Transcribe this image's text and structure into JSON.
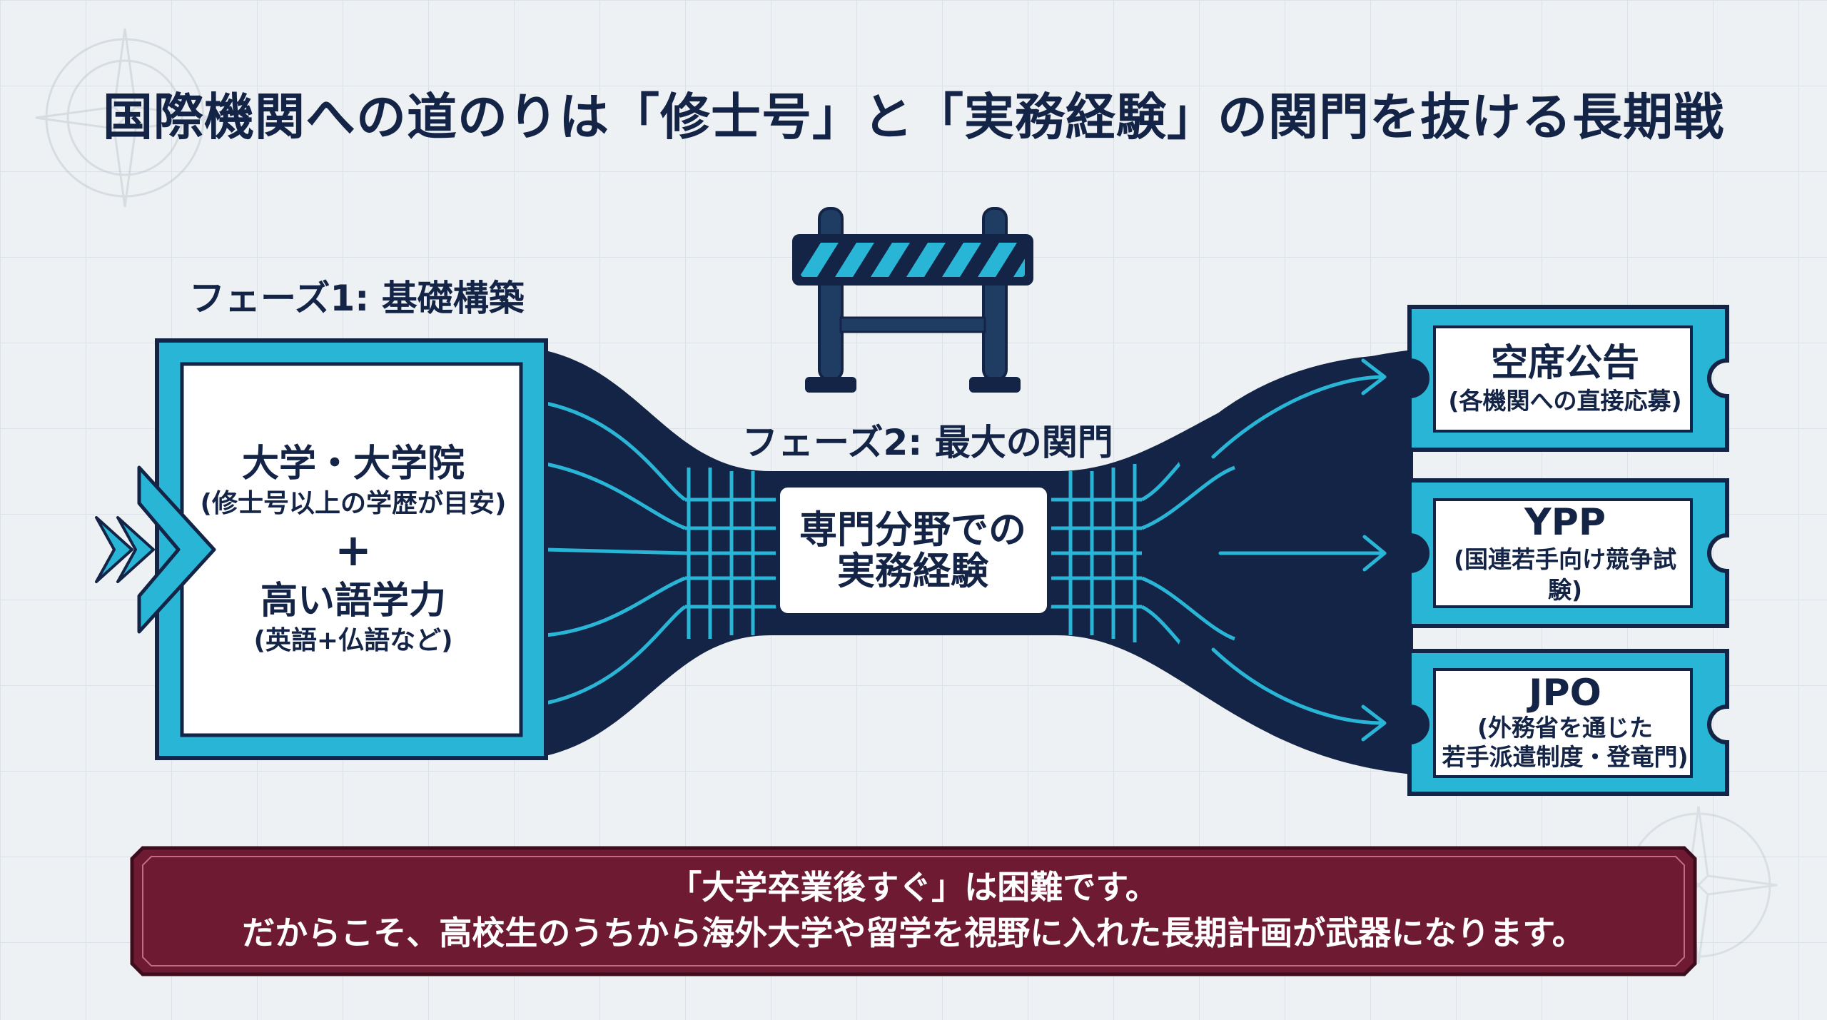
{
  "title": "国際機関への道のりは「修士号」と「実務経験」の関門を抜ける長期戦",
  "phase1": {
    "label": "フェーズ1: 基礎構築",
    "line1": "大学・大学院",
    "line2": "(修士号以上の学歴が目安)",
    "plus": "+",
    "line3": "高い語学力",
    "line4": "(英語+仏語など)"
  },
  "phase2": {
    "label": "フェーズ2: 最大の関門",
    "box_line1": "専門分野での",
    "box_line2": "実務経験"
  },
  "outcomes": [
    {
      "title": "空席公告",
      "sub": "(各機関への直接応募)"
    },
    {
      "title": "YPP",
      "sub": "(国連若手向け競争試験)"
    },
    {
      "title": "JPO",
      "sub": "(外務省を通じた\n若手派遣制度・登竜門)"
    }
  ],
  "banner": {
    "line1": "「大学卒業後すぐ」は困難です。",
    "line2": "だからこそ、高校生のうちから海外大学や留学を視野に入れた長期計画が武器になります。"
  },
  "colors": {
    "navy": "#142447",
    "cyan": "#29b6d6",
    "maroon": "#6e1a33",
    "background": "#eef1f3"
  },
  "icons": [
    "barrier-icon",
    "chevron-arrow-icon",
    "compass-rose-icon"
  ]
}
